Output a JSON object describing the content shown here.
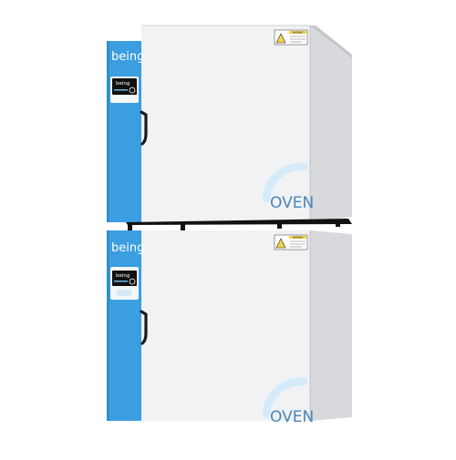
{
  "brand": {
    "name": "being",
    "color": "#3a9ee0"
  },
  "units": [
    {
      "brand_label": "being",
      "display_label": "being",
      "warning_label": "WARNING",
      "product_label": "OVEN"
    },
    {
      "brand_label": "being",
      "display_label": "being",
      "warning_label": "WARNING",
      "product_label": "OVEN"
    }
  ],
  "colors": {
    "door_panel": "#3a9ee0",
    "cabinet_body": "#f2f3f5",
    "cabinet_side": "#d8dadd",
    "display_screen": "#111111",
    "stand": "#111111",
    "warning_sticker": "#f1d44c"
  }
}
